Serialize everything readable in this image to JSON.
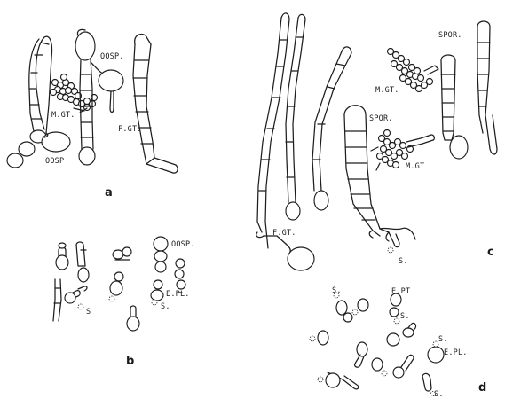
{
  "figure": {
    "panels": {
      "a": {
        "letter": "a",
        "labels": {
          "oosp_top": "OOSP.",
          "m_gt": "M.GT.",
          "f_gt": "F.GT.",
          "oosp_bottom": "OOSP"
        }
      },
      "b": {
        "letter": "b",
        "labels": {
          "oosp": "OOSP.",
          "s_left": "S",
          "e_pl": "E.PL.",
          "s_right": "S."
        }
      },
      "c": {
        "letter": "c",
        "labels": {
          "spor_right": "SPOR.",
          "m_gt_top": "M.GT.",
          "spor_mid": "SPOR.",
          "m_gt_bottom": "M.GT",
          "f_gt": "F.GT.",
          "s": "S."
        }
      },
      "d": {
        "letter": "d",
        "labels": {
          "s_top": "S.",
          "e_pt": "E.PT",
          "s_mid": "S.",
          "s_right": "S.",
          "e_pl": "E.PL.",
          "s_bottom": "S."
        }
      }
    },
    "colors": {
      "ink": "#1e1e1e",
      "paper": "#ffffff"
    }
  }
}
